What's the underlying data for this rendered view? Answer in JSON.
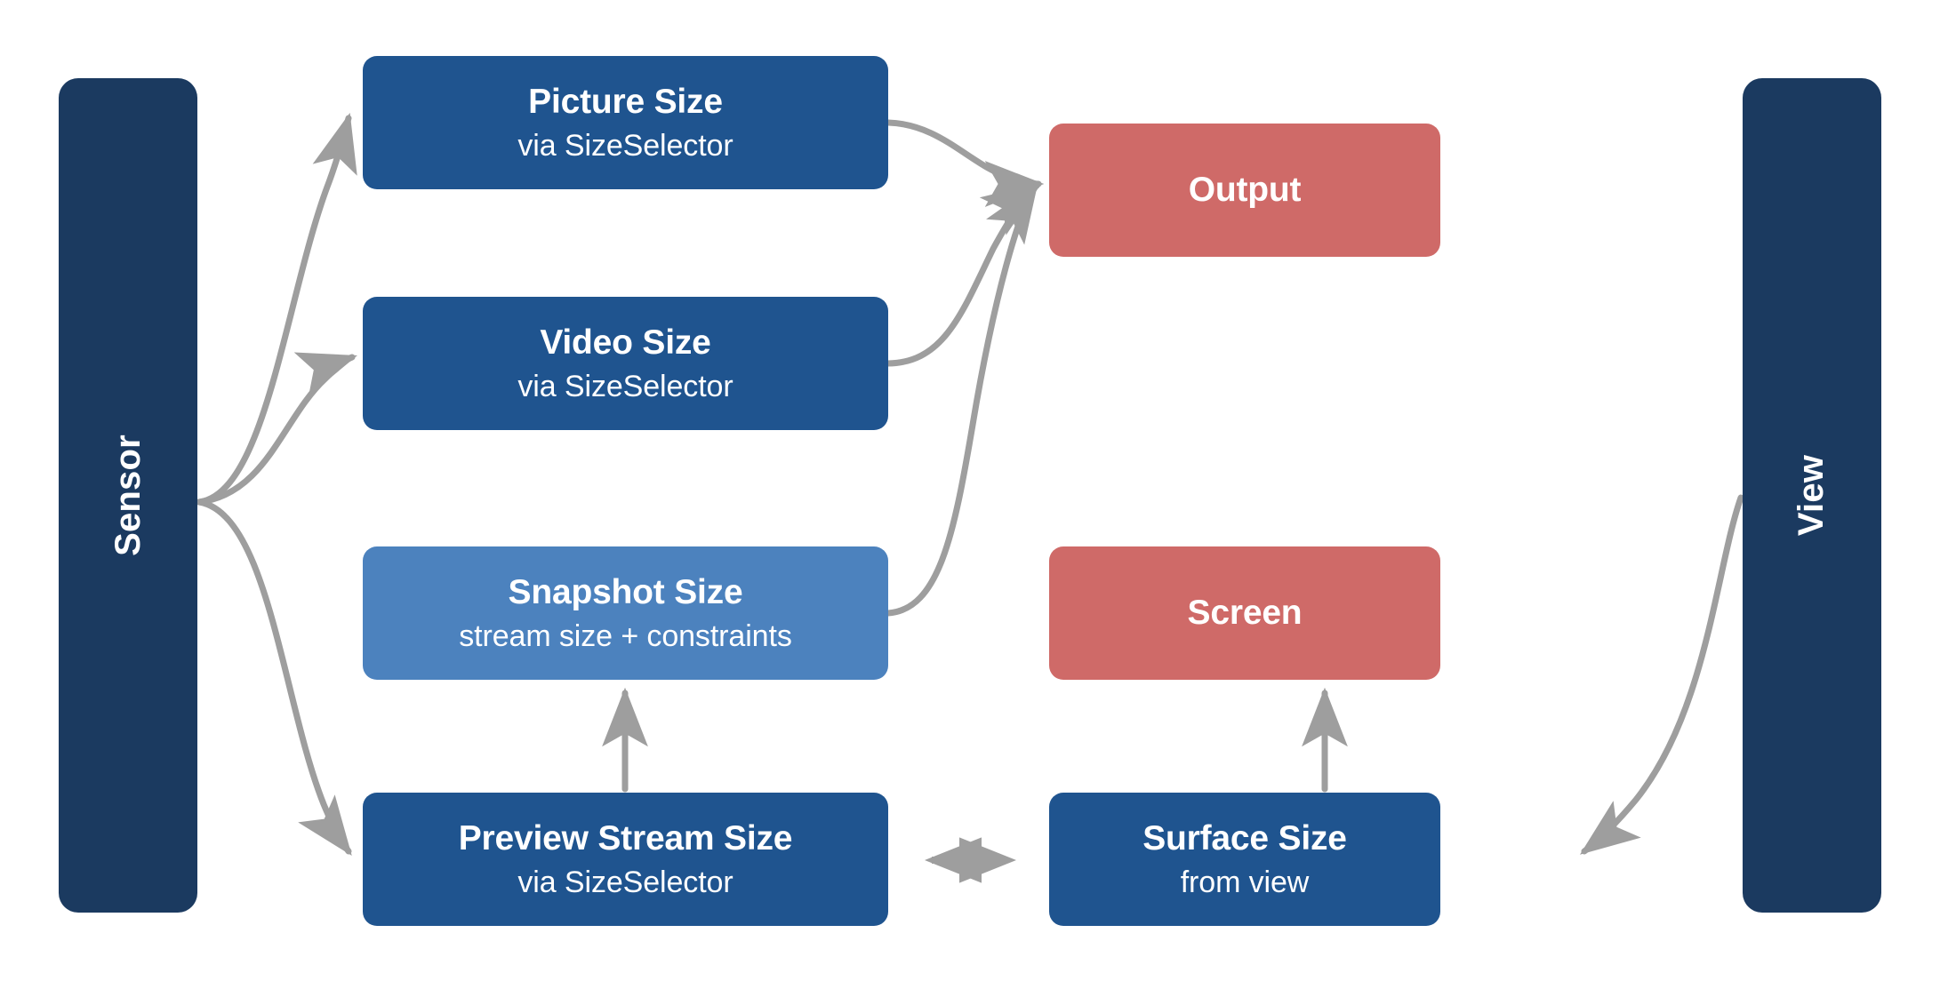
{
  "diagram": {
    "title": "Camera size pipeline diagram",
    "background": "#ffffff",
    "colors": {
      "lane_dark_navy": "#1b3a60",
      "node_blue": "#1f548f",
      "node_light_blue": "#4c82be",
      "node_red": "#cf6a68",
      "edge_gray": "#9e9e9e",
      "text_white": "#ffffff"
    }
  },
  "lanes": [
    {
      "id": "sensor",
      "label": "Sensor",
      "side": "left"
    },
    {
      "id": "view",
      "label": "View",
      "side": "right"
    }
  ],
  "nodes": [
    {
      "id": "picture-size",
      "title": "Picture Size",
      "sub": "via SizeSelector",
      "color": "node_blue"
    },
    {
      "id": "video-size",
      "title": "Video Size",
      "sub": "via SizeSelector",
      "color": "node_blue"
    },
    {
      "id": "snapshot-size",
      "title": "Snapshot Size",
      "sub": "stream size + constraints",
      "color": "node_light_blue"
    },
    {
      "id": "preview-stream-size",
      "title": "Preview Stream Size",
      "sub": "via SizeSelector",
      "color": "node_blue"
    },
    {
      "id": "output",
      "title": "Output",
      "sub": "",
      "color": "node_red"
    },
    {
      "id": "screen",
      "title": "Screen",
      "sub": "",
      "color": "node_red"
    },
    {
      "id": "surface-size",
      "title": "Surface Size",
      "sub": "from view",
      "color": "node_blue"
    }
  ],
  "edges": [
    {
      "id": "sensor-to-picture-size",
      "from": "sensor",
      "to": "picture-size",
      "style": "curved-solid",
      "arrow": "end"
    },
    {
      "id": "sensor-to-video-size",
      "from": "sensor",
      "to": "video-size",
      "style": "curved-solid",
      "arrow": "end"
    },
    {
      "id": "sensor-to-preview-stream-size",
      "from": "sensor",
      "to": "preview-stream-size",
      "style": "curved-solid",
      "arrow": "end"
    },
    {
      "id": "picture-size-to-output",
      "from": "picture-size",
      "to": "output",
      "style": "curved-solid",
      "arrow": "end"
    },
    {
      "id": "video-size-to-output",
      "from": "video-size",
      "to": "output",
      "style": "curved-solid",
      "arrow": "end"
    },
    {
      "id": "snapshot-size-to-output",
      "from": "snapshot-size",
      "to": "output",
      "style": "curved-solid",
      "arrow": "end"
    },
    {
      "id": "preview-stream-size-to-snapshot",
      "from": "preview-stream-size",
      "to": "snapshot-size",
      "style": "straight-solid",
      "arrow": "end"
    },
    {
      "id": "surface-size-to-screen",
      "from": "surface-size",
      "to": "screen",
      "style": "straight-solid",
      "arrow": "end"
    },
    {
      "id": "preview-stream-size-surface-size",
      "from": "preview-stream-size",
      "to": "surface-size",
      "style": "dotted",
      "arrow": "both"
    },
    {
      "id": "view-to-surface-size",
      "from": "view",
      "to": "surface-size",
      "style": "curved-solid",
      "arrow": "end"
    }
  ]
}
